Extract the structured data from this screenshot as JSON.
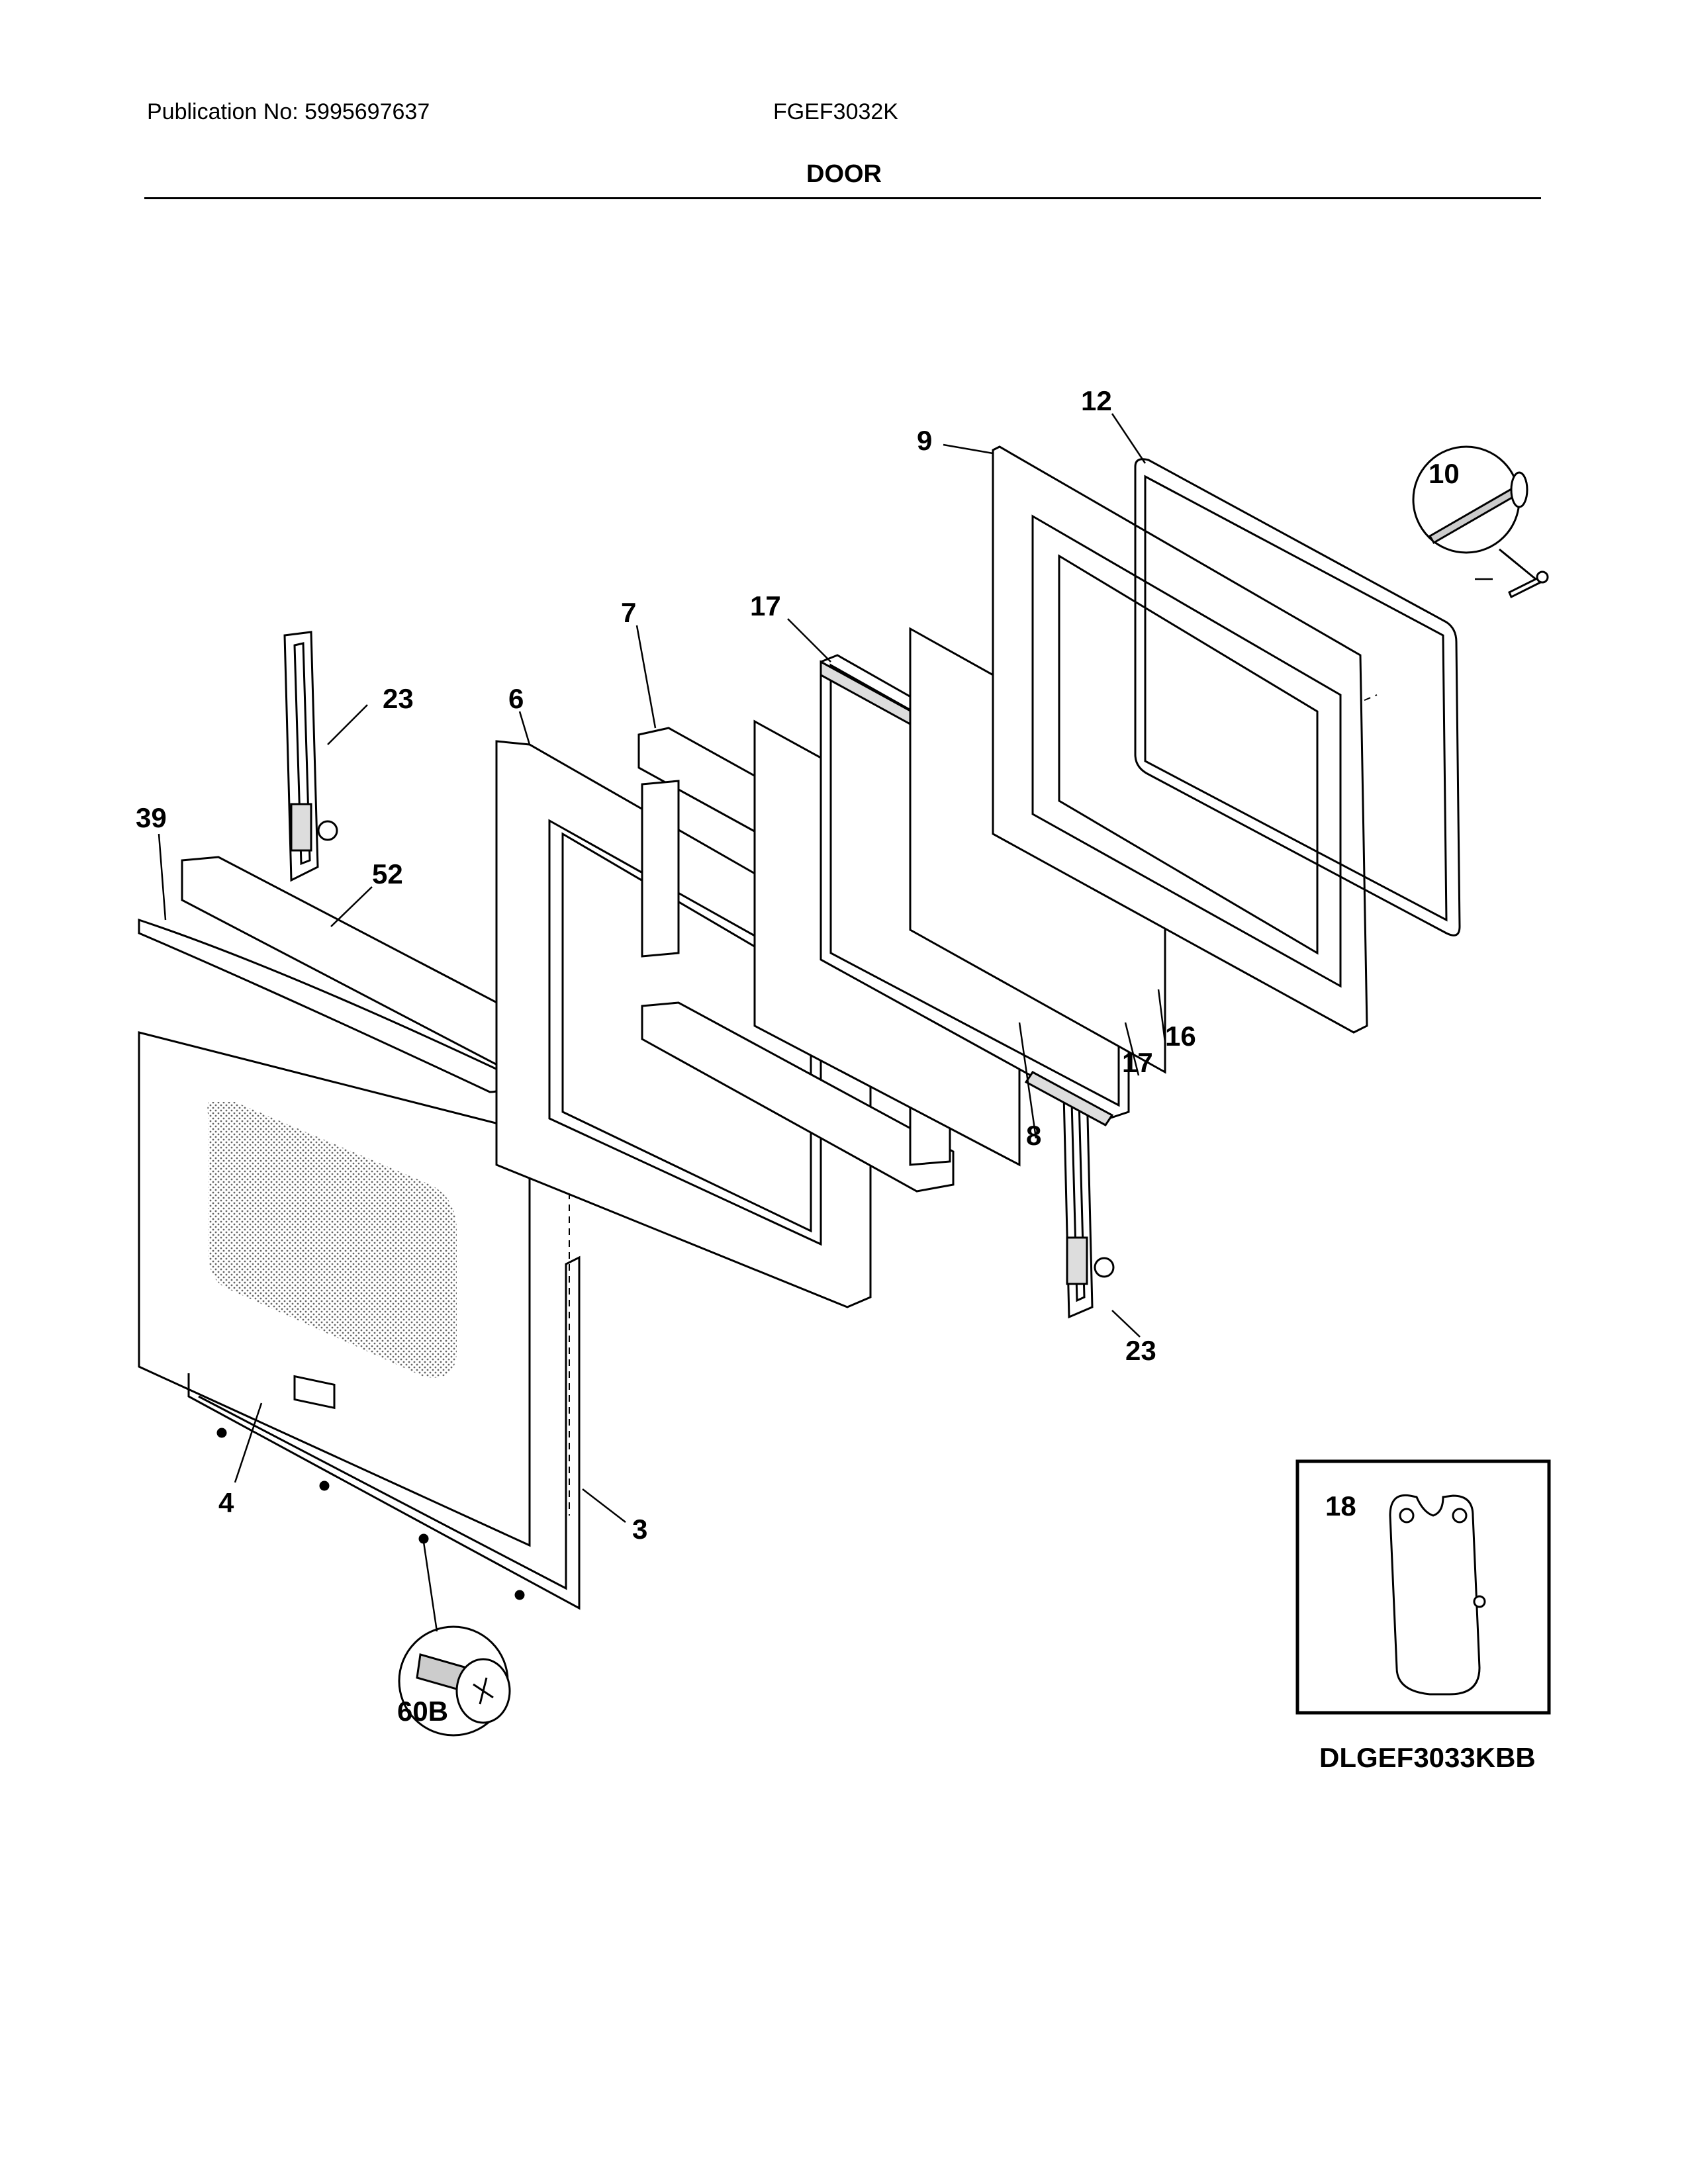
{
  "header": {
    "publication": "Publication No: 5995697637",
    "model": "FGEF3032K",
    "section_title": "DOOR"
  },
  "callouts": {
    "p3": "3",
    "p4": "4",
    "p6": "6",
    "p7": "7",
    "p8": "8",
    "p9": "9",
    "p10": "10",
    "p12": "12",
    "p16": "16",
    "p17a": "17",
    "p17b": "17",
    "p18": "18",
    "p23a": "23",
    "p23b": "23",
    "p39": "39",
    "p52": "52",
    "p60b": "60B"
  },
  "variant_label": "DLGEF3033KBB"
}
